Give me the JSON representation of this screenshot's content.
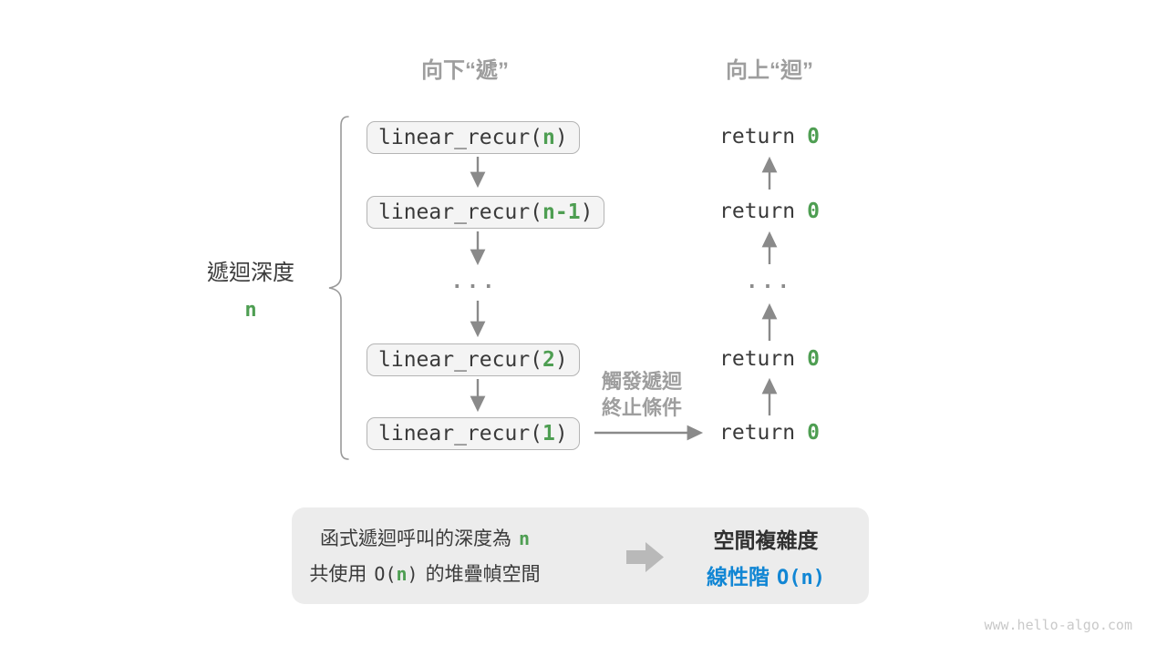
{
  "headers": {
    "descend": "向下“遞”",
    "ascend": "向上“迴”"
  },
  "depth_label": {
    "text": "遞迴深度",
    "var": "n"
  },
  "call_stack": {
    "ellipsis": "...",
    "boxes": [
      {
        "prefix": "linear_recur(",
        "arg": "n",
        "suffix": ")"
      },
      {
        "prefix": "linear_recur(",
        "arg": "n-1",
        "suffix": ")"
      },
      {
        "prefix": "linear_recur(",
        "arg": "2",
        "suffix": ")"
      },
      {
        "prefix": "linear_recur(",
        "arg": "1",
        "suffix": ")"
      }
    ]
  },
  "returns": {
    "ellipsis": "...",
    "items": [
      {
        "keyword": "return",
        "value": "0"
      },
      {
        "keyword": "return",
        "value": "0"
      },
      {
        "keyword": "return",
        "value": "0"
      },
      {
        "keyword": "return",
        "value": "0"
      }
    ]
  },
  "termination_note": {
    "line1": "觸發遞迴",
    "line2": "終止條件"
  },
  "summary_panel": {
    "line1_text": "函式遞迴呼叫的深度為",
    "line1_var": "n",
    "line2_prefix": "共使用",
    "line2_open": "O(",
    "line2_var": "n",
    "line2_close": ")",
    "line2_suffix": "的堆疊幀空間",
    "result_title": "空間複雜度",
    "result_label": "線性階",
    "result_value": "O(n)"
  },
  "watermark": "www.hello-algo.com",
  "colors": {
    "accent_green": "#4e9e52",
    "accent_blue": "#1186d4",
    "label_gray": "#9e9e9e",
    "arrow_gray": "#8a8a8a"
  }
}
